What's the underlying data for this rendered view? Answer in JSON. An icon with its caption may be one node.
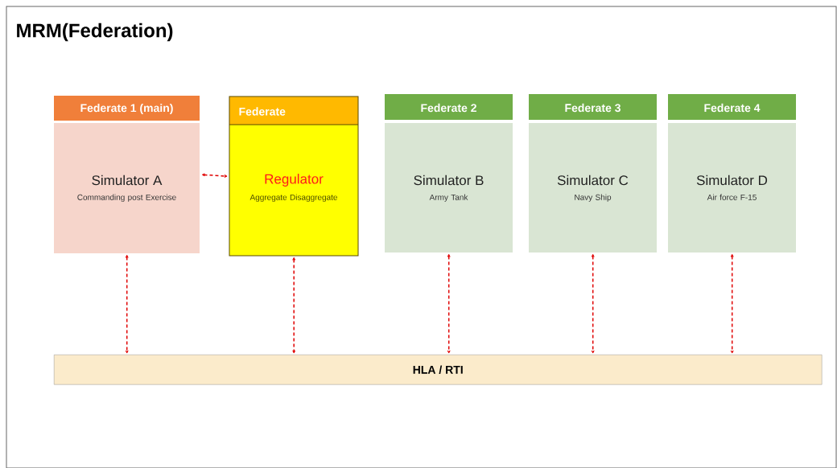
{
  "diagram": {
    "title": "MRM(Federation)",
    "nodes": [
      {
        "text": [
          "Federate 1 (main)",
          "Simulator A",
          "Commanding post Exercise"
        ]
      },
      {
        "text": [
          "Federate",
          "Regulator",
          "Aggregate Disaggregate"
        ]
      },
      {
        "text": [
          "Federate 2",
          "Simulator B",
          "Army Tank"
        ]
      },
      {
        "text": [
          "Federate 3",
          "Simulator C",
          "Navy Ship"
        ]
      },
      {
        "text": [
          "Federate 4",
          "Simulator D",
          "Air force F-15"
        ]
      },
      {
        "text": [
          "HLA / RTI"
        ]
      }
    ],
    "edges": [
      {
        "from": 0,
        "to": 1,
        "arrow": "both",
        "style": "dashed"
      },
      {
        "from": 0,
        "to": 5,
        "arrow": "both",
        "style": "dashed"
      },
      {
        "from": 1,
        "to": 5,
        "arrow": "both",
        "style": "dashed"
      },
      {
        "from": 2,
        "to": 5,
        "arrow": "both",
        "style": "dashed"
      },
      {
        "from": 3,
        "to": 5,
        "arrow": "both",
        "style": "dashed"
      },
      {
        "from": 4,
        "to": 5,
        "arrow": "both",
        "style": "dashed"
      }
    ]
  }
}
